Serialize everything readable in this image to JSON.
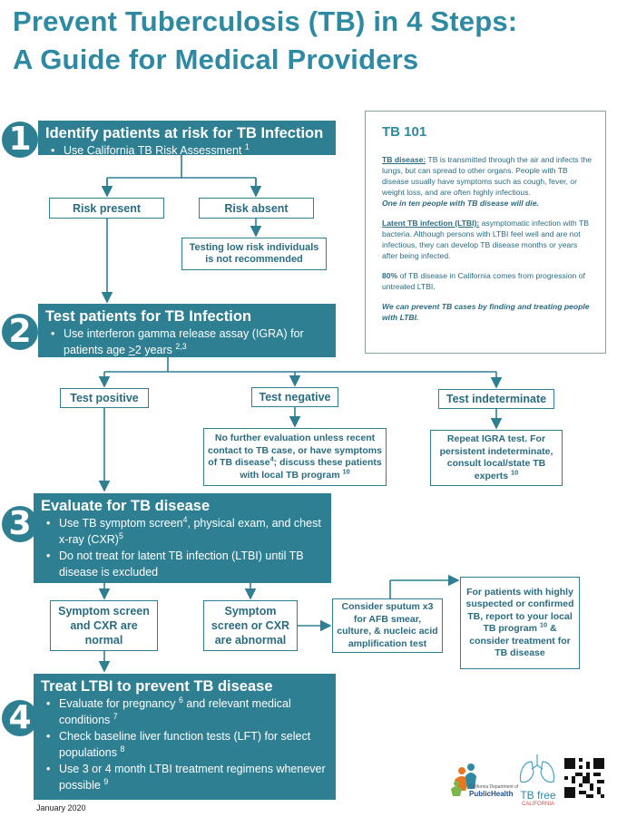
{
  "title": {
    "line1": "Prevent Tuberculosis (TB) in 4 Steps:",
    "line2": "A Guide for Medical Providers"
  },
  "steps": [
    {
      "number": "1",
      "heading": "Identify patients at risk for TB Infection",
      "bullets": [
        {
          "text": "Use California TB Risk Assessment",
          "sup": "1"
        }
      ]
    },
    {
      "number": "2",
      "heading": "Test patients for TB Infection",
      "bullets": [
        {
          "text": "Use interferon gamma release assay (IGRA) for patients age ",
          "underlined": ">",
          "text2": "2 years",
          "sup": "2,3"
        }
      ]
    },
    {
      "number": "3",
      "heading": "Evaluate for TB disease",
      "bullets": [
        {
          "text": "Use TB symptom screen",
          "sup": "4",
          "text2": ", physical exam, and chest x-ray (CXR)",
          "sup2": "5"
        },
        {
          "text": "Do not treat for latent TB infection (LTBI) until TB disease is excluded"
        }
      ]
    },
    {
      "number": "4",
      "heading": "Treat LTBI to prevent TB disease",
      "bullets": [
        {
          "text": "Evaluate for pregnancy",
          "sup": "6",
          "text2": " and relevant medical conditions",
          "sup2": "7"
        },
        {
          "text": "Check baseline liver function tests (LFT) for select populations",
          "sup": "8"
        },
        {
          "text": "Use 3 or 4 month LTBI treatment regimens whenever possible",
          "sup": "9"
        }
      ]
    }
  ],
  "boxes": {
    "risk_present": "Risk present",
    "risk_absent": "Risk absent",
    "low_risk": "Testing low risk individuals is not recommended",
    "test_positive": "Test positive",
    "test_negative": "Test negative",
    "test_indeterminate": "Test indeterminate",
    "negative_note": {
      "a": "No further evaluation unless recent contact to TB case, or have symptoms of TB disease",
      "sup": "4",
      "b": "; discuss these patients with local TB program",
      "sup2": "10"
    },
    "indeterminate_note": {
      "a": "Repeat IGRA test. For persistent indeterminate, consult local/state TB experts",
      "sup": "10"
    },
    "normal": "Symptom screen and CXR are normal",
    "abnormal": "Symptom screen or CXR are abnormal",
    "sputum": "Consider sputum x3 for AFB smear, culture, & nucleic acid amplification test",
    "report": {
      "a": "For patients with highly suspected or confirmed TB, report to your local TB program",
      "sup": "10",
      "b": " & consider treatment for TB disease"
    }
  },
  "tb101": {
    "heading": "TB 101",
    "disease_label": "TB disease:",
    "disease_text": " TB is transmitted through the air and infects the lungs, but can spread to other organs. People with TB disease usually have symptoms such as cough, fever, or weight loss, and are often highly infectious.",
    "disease_em": "One in ten people with TB disease will die.",
    "latent_label": "Latent TB infection (LTBI):",
    "latent_text": " asymptomatic infection with TB bacteria. Although persons with LTBI feel well and are not infectious, they can develop TB disease months or years after being infected.",
    "stat_bold": "80%",
    "stat_text": " of TB disease in California comes from progression of untreated LTBI.",
    "closing": "We can prevent TB cases by finding and treating people with LTBI."
  },
  "footer": {
    "date": "January 2020",
    "cdph_logo": "PublicHealth",
    "tbfree_logo": "TB free",
    "tbfree_sub": "CALIFORNIA"
  },
  "colors": {
    "teal": "#2f7f93",
    "title": "#2e8aa3",
    "arrow": "#2f7f93"
  }
}
